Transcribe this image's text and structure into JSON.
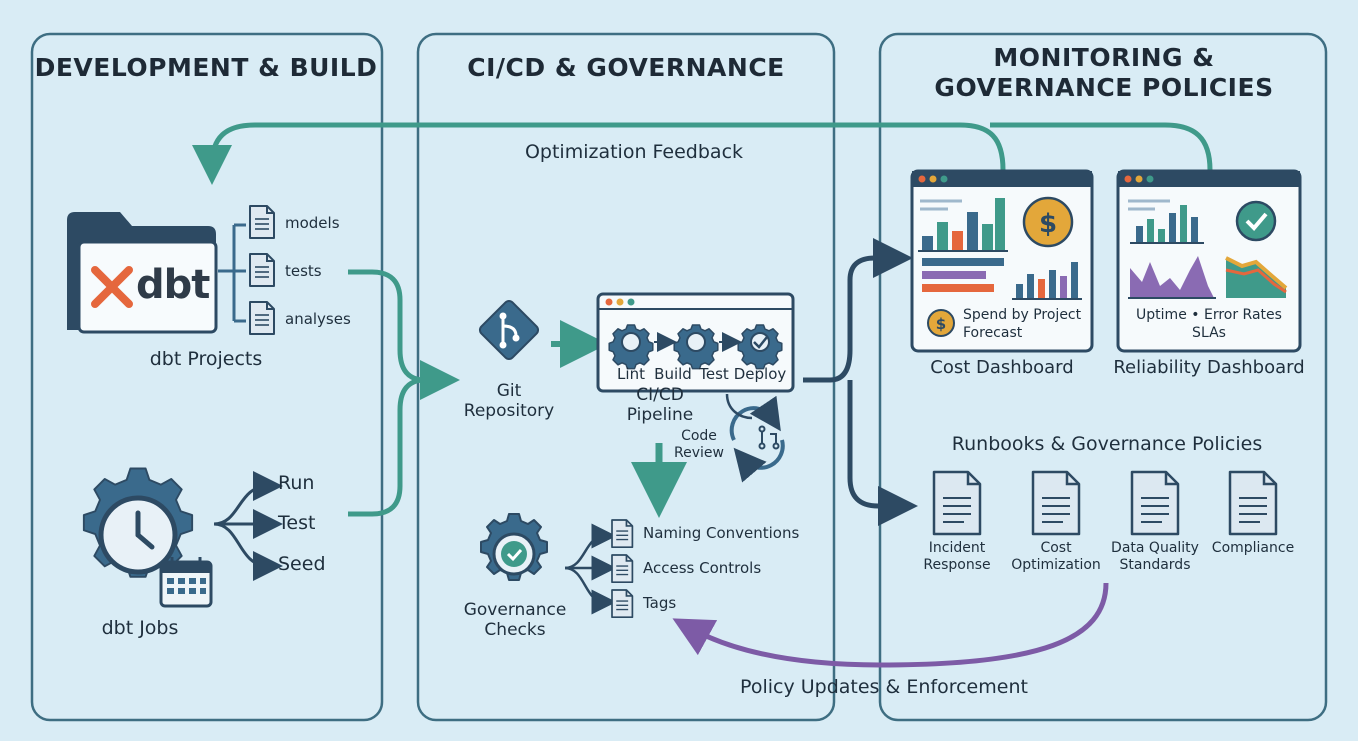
{
  "columns": {
    "dev": {
      "title": "DEVELOPMENT & BUILD"
    },
    "cicd": {
      "title": "CI/CD & GOVERNANCE"
    },
    "monitor": {
      "title_line1": "MONITORING &",
      "title_line2": "GOVERNANCE POLICIES"
    }
  },
  "feedback": {
    "optimization": "Optimization Feedback",
    "policy": "Policy Updates & Enforcement"
  },
  "dev": {
    "logo_text": "dbt",
    "projects_label": "dbt Projects",
    "project_files": [
      "models",
      "tests",
      "analyses"
    ],
    "jobs_label": "dbt Jobs",
    "job_commands": [
      "Run",
      "Test",
      "Seed"
    ]
  },
  "cicd": {
    "git_label_line1": "Git",
    "git_label_line2": "Repository",
    "stages": [
      "Lint",
      "Build",
      "Test",
      "Deploy"
    ],
    "pipeline_line1": "CI/CD",
    "pipeline_line2": "Pipeline",
    "review_line1": "Code",
    "review_line2": "Review",
    "governance_line1": "Governance",
    "governance_line2": "Checks",
    "checks": [
      "Naming Conventions",
      "Access Controls",
      "Tags"
    ]
  },
  "monitor": {
    "cost_caption_line1": "Spend by Project",
    "cost_caption_line2": "Forecast",
    "cost_label": "Cost Dashboard",
    "rel_caption_line1": "Uptime • Error Rates",
    "rel_caption_line2": "SLAs",
    "rel_label": "Reliability Dashboard",
    "runbooks_title": "Runbooks & Governance Policies",
    "runbooks": [
      {
        "line1": "Incident",
        "line2": "Response"
      },
      {
        "line1": "Cost",
        "line2": "Optimization"
      },
      {
        "line1": "Data Quality",
        "line2": "Standards"
      },
      {
        "line1": "Compliance",
        "line2": ""
      }
    ]
  },
  "colors": {
    "background": "#d9ecf5",
    "panel_stroke": "#3e6e82",
    "navy": "#2d4a63",
    "teal": "#3f9a8a",
    "purple": "#7d5ba6",
    "orange": "#e5673d",
    "gold": "#e3a73a"
  }
}
